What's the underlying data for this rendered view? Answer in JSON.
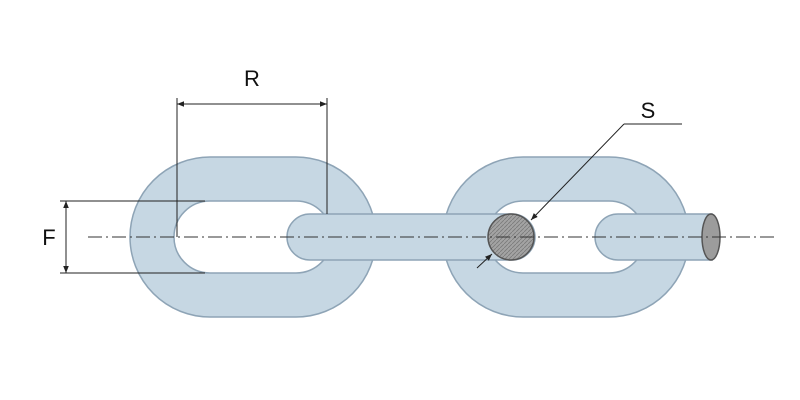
{
  "labels": {
    "pitch": "R",
    "width": "F",
    "wire_diameter": "S"
  },
  "colors": {
    "link_fill": "#c6d7e3",
    "link_stroke": "#8ea4b6",
    "section_fill": "#9c9c9c",
    "line": "#222222"
  }
}
